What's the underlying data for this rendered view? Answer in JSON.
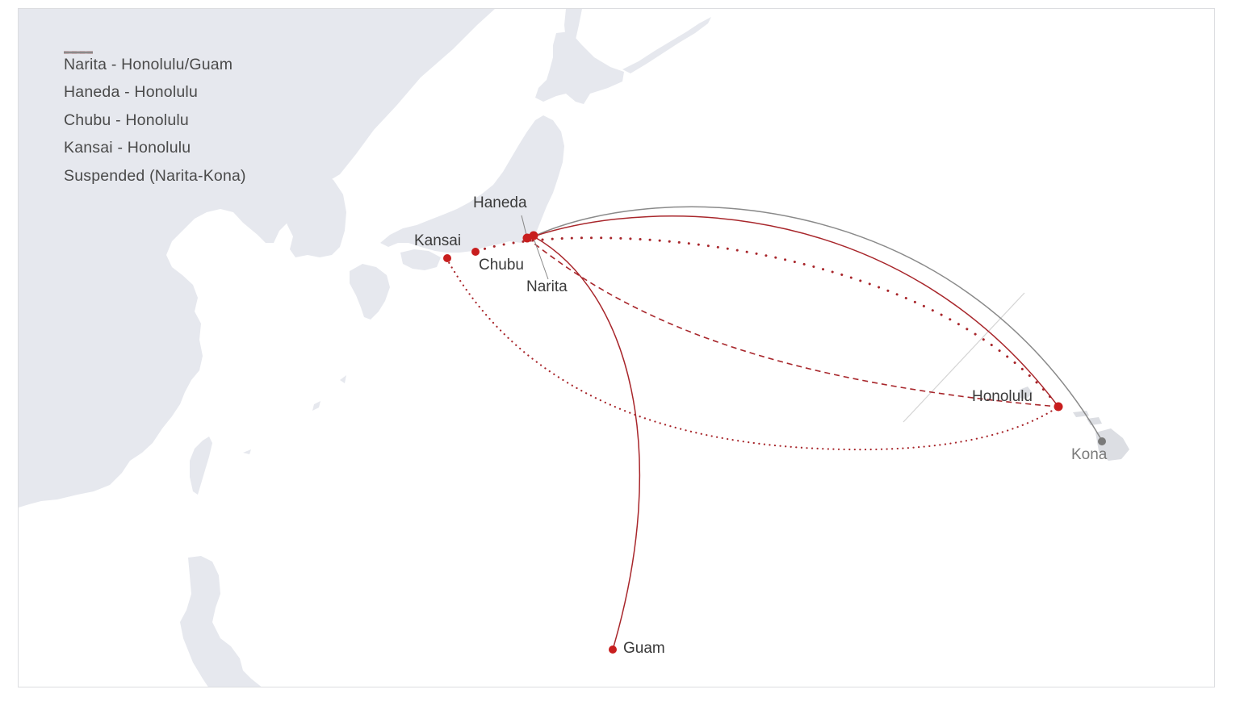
{
  "colors": {
    "route_red": "#a8262b",
    "dot_red": "#c81e1e",
    "suspended_gray": "#8a8a8a",
    "land": "#e6e8ee",
    "sea": "#ffffff",
    "frame_border": "#dcdde0"
  },
  "legend": {
    "items": [
      {
        "label": "Narita - Honolulu/Guam",
        "style": "solid",
        "color": "#a8262b"
      },
      {
        "label": "Haneda - Honolulu",
        "style": "dashed",
        "color": "#a8262b"
      },
      {
        "label": "Chubu - Honolulu",
        "style": "dotted-wide",
        "color": "#a8262b"
      },
      {
        "label": "Kansai - Honolulu",
        "style": "dotted-fine",
        "color": "#a8262b"
      },
      {
        "label": "Suspended (Narita-Kona)",
        "style": "solid",
        "color": "#8a8a8a"
      }
    ]
  },
  "cities": {
    "haneda": {
      "label": "Haneda"
    },
    "kansai": {
      "label": "Kansai"
    },
    "chubu": {
      "label": "Chubu"
    },
    "narita": {
      "label": "Narita"
    },
    "honolulu": {
      "label": "Honolulu"
    },
    "kona": {
      "label": "Kona"
    },
    "guam": {
      "label": "Guam"
    }
  },
  "routes": [
    {
      "from": "Narita",
      "to": "Honolulu",
      "style": "solid",
      "status": "active"
    },
    {
      "from": "Narita",
      "to": "Guam",
      "style": "solid",
      "status": "active"
    },
    {
      "from": "Haneda",
      "to": "Honolulu",
      "style": "dashed",
      "status": "active"
    },
    {
      "from": "Chubu",
      "to": "Honolulu",
      "style": "dotted-wide",
      "status": "active"
    },
    {
      "from": "Kansai",
      "to": "Honolulu",
      "style": "dotted-fine",
      "status": "active"
    },
    {
      "from": "Narita",
      "to": "Kona",
      "style": "solid",
      "status": "suspended"
    }
  ]
}
